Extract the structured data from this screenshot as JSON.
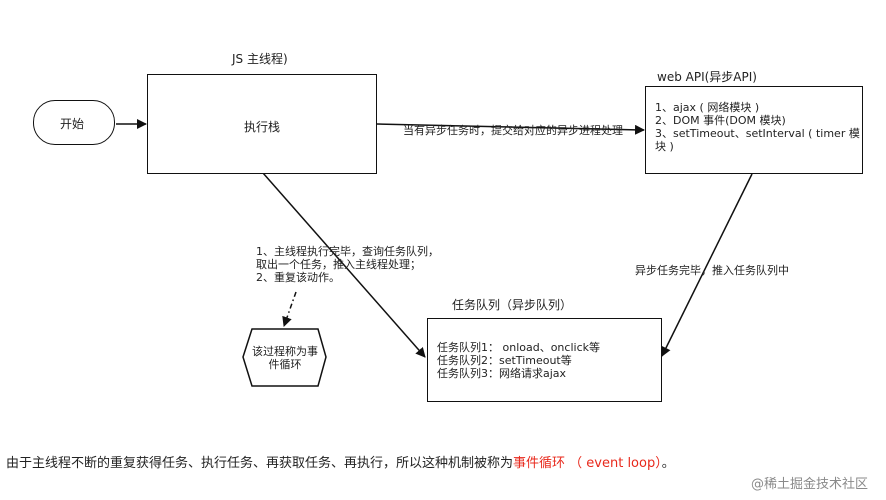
{
  "main_thread": {
    "title": "JS 主线程)",
    "stack_label": "执行栈"
  },
  "start_label": "开始",
  "web_api": {
    "title": "web API(异步API)",
    "lines": "1、ajax ( 网络模块 )\n2、DOM 事件(DOM 模块)\n3、setTimeout、setInterval ( timer 模\n块 )"
  },
  "async_to_api_label": "当有异步任务时，提交给对应的异步进程处理",
  "api_to_queue_label": "异步任务完毕，推入任务队列中",
  "loop_steps": "1、主线程执行完毕，查询任务队列，\n取出一个任务，推入主线程处理；\n2、重复该动作。",
  "event_loop_note": "该过程称为事\n件循环",
  "task_queue": {
    "title": "任务队列（异步队列）",
    "lines": "任务队列1： onload、onclick等\n任务队列2：setTimeout等\n任务队列3：网络请求ajax"
  },
  "caption": {
    "prefix": "由于主线程不断的重复获得任务、执行任务、再获取任务、再执行，所以这种机制被称为",
    "highlight": "事件循环 （ event loop）",
    "suffix": "。"
  },
  "watermark": "@稀土掘金技术社区",
  "colors": {
    "highlight": "#e8291c",
    "stroke": "#111111",
    "watermark": "#8a8a8a"
  }
}
